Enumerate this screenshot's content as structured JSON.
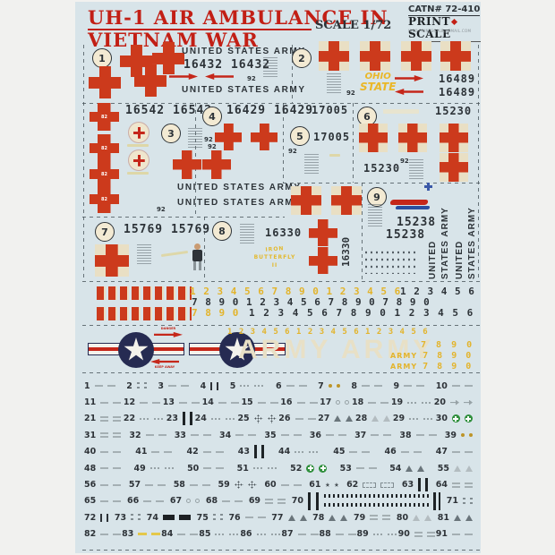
{
  "header": {
    "title1": "UH-1 AIR AMBULANCE IN",
    "title2": "VIETNAM WAR",
    "scale": "SCALE 1/72",
    "catalog": "CATN# 72-410",
    "brand1": "PRINT",
    "brand2": "SCALE",
    "email": "INFO.PRINTSCALE@GMAIL.COM"
  },
  "r1": {
    "num": "1",
    "army_top": "UNITED STATES ARMY",
    "serials": "16432  16432",
    "s92": "92",
    "army_bottom": "UNITED STATES ARMY"
  },
  "r2": {
    "num": "2",
    "s92": "92",
    "ohio1": "OHIO",
    "ohio2": "STATE",
    "serial_a": "16489",
    "serial_b": "16489"
  },
  "r3": {
    "num": "3",
    "serials": "16542  16542",
    "s92": "92",
    "cross_code": "82"
  },
  "r4": {
    "num": "4",
    "serials": "16429  16429",
    "s92": "92",
    "army1": "UNITED STATES ARMY",
    "army2": "UNITED STATES ARMY",
    "s92b": "92"
  },
  "r5": {
    "num": "5",
    "serial_a": "17005",
    "serial_b": "17005",
    "s92": "92"
  },
  "r6": {
    "num": "6",
    "serial_a": "15230",
    "serial_b": "15230",
    "s92": "92"
  },
  "r7": {
    "num": "7",
    "serials": "15769  15769"
  },
  "r8": {
    "num": "8",
    "serial_h": "16330",
    "serial_v": "16330",
    "art1": "IRON",
    "art2": "BUTTERFLY",
    "art3": "II"
  },
  "r9": {
    "num": "9",
    "serial_a": "15238",
    "serial_b": "15238",
    "vt1": "UNITED",
    "vt2": "STATES ARMY",
    "vt3": "UNITED",
    "vt4": "STATES ARMY"
  },
  "strips": {
    "row1_yellow": "1 2 3 4 5 6 7 8 9 0 1 2 3 4 5 6",
    "row1_black": "1 2 3 4 5 6",
    "row2_black": "7 8 9 0    1 2 3 4 5 6    7 8 9 0    7 8 9 0",
    "row3_yellow": "7 8 9 0",
    "row3_black": "1 2 3 4 5 6 7 8 9 0 1 2 3 4 5 6"
  },
  "band": {
    "digits_yellow": "1 2 3 4 5 6   1 2 3 4 5 6   1 2 3 4 5 6",
    "big_text": "ARMY ARMY",
    "col_digits": "7 8 9 0",
    "army1": "ARMY",
    "army1_digits": "7 8 9 0",
    "army2": "ARMY",
    "army2_digits": "7 8 9 0",
    "danger_line1": "DANGER",
    "danger_line2": "KEEP AWAY"
  },
  "parts": [
    [
      [
        "1",
        "dash"
      ],
      [
        "2",
        "colon"
      ],
      [
        "3",
        "dash"
      ],
      [
        "4",
        "vbar"
      ],
      [
        "5",
        "dots"
      ],
      [
        "6",
        "dash"
      ],
      [
        "7",
        "gold"
      ],
      [
        "8",
        "dash"
      ],
      [
        "9",
        "dash"
      ],
      [
        "10",
        "dash"
      ]
    ],
    [
      [
        "11",
        "dash"
      ],
      [
        "12",
        "dash"
      ],
      [
        "13",
        "dash"
      ],
      [
        "14",
        "dash"
      ],
      [
        "15",
        "dash"
      ],
      [
        "16",
        "dash"
      ],
      [
        "17",
        "o"
      ],
      [
        "18",
        "dash"
      ],
      [
        "19",
        "dots"
      ],
      [
        "20",
        "arr"
      ]
    ],
    [
      [
        "21",
        "eq"
      ],
      [
        "22",
        "dots"
      ],
      [
        "23",
        "tallbar"
      ],
      [
        "24",
        "dots"
      ],
      [
        "25",
        "crossdots"
      ],
      [
        "26",
        "dash"
      ],
      [
        "27",
        "tri"
      ],
      [
        "28",
        "trio"
      ],
      [
        "29",
        "dots"
      ],
      [
        "30",
        "green"
      ]
    ],
    [
      [
        "31",
        "eq"
      ],
      [
        "32",
        "dash"
      ],
      [
        "33",
        "dash"
      ],
      [
        "34",
        "dash"
      ],
      [
        "35",
        "dash"
      ],
      [
        "36",
        "dash"
      ],
      [
        "37",
        "dash"
      ],
      [
        "38",
        "dash"
      ],
      [
        "39",
        "gold"
      ]
    ],
    [
      [
        "40",
        "dash"
      ],
      [
        "41",
        "dash"
      ],
      [
        "42",
        "dash"
      ],
      [
        "43",
        "tallbar"
      ],
      [
        "44",
        "dots"
      ],
      [
        "45",
        "dash"
      ],
      [
        "46",
        "dash"
      ],
      [
        "47",
        "dash"
      ]
    ],
    [
      [
        "48",
        "dash"
      ],
      [
        "49",
        "dots"
      ],
      [
        "50",
        "dash"
      ],
      [
        "51",
        "dots"
      ],
      [
        "52",
        "green"
      ],
      [
        "53",
        "dash"
      ],
      [
        "54",
        "tri"
      ],
      [
        "55",
        "trio"
      ]
    ],
    [
      [
        "56",
        "dash"
      ],
      [
        "57",
        "dash"
      ],
      [
        "58",
        "dash"
      ],
      [
        "59",
        "crossdots"
      ],
      [
        "60",
        "dash"
      ],
      [
        "61",
        "star"
      ],
      [
        "62",
        "dashbox"
      ],
      [
        "63",
        "tallbar"
      ],
      [
        "64",
        "eq"
      ]
    ],
    [
      [
        "65",
        "dash"
      ],
      [
        "66",
        "dash"
      ],
      [
        "67",
        "o"
      ],
      [
        "68",
        "dash"
      ],
      [
        "69",
        "eq"
      ],
      [
        "70",
        "bars70"
      ],
      [
        "71",
        "colon"
      ]
    ],
    [
      [
        "72",
        "vbar"
      ],
      [
        "73",
        "colon"
      ],
      [
        "74",
        "blackrect"
      ],
      [
        "75",
        "colon"
      ],
      [
        "76",
        "dash"
      ],
      [
        "77",
        "tri"
      ],
      [
        "78",
        "tri"
      ],
      [
        "79",
        "eq"
      ],
      [
        "80",
        "trio"
      ],
      [
        "81",
        "tri"
      ]
    ],
    [
      [
        "82",
        "dash"
      ],
      [
        "83",
        "goldash"
      ],
      [
        "84",
        "dash"
      ],
      [
        "85",
        "dots"
      ],
      [
        "86",
        "dots"
      ],
      [
        "87",
        "dash"
      ],
      [
        "88",
        "dash"
      ],
      [
        "89",
        "dots"
      ],
      [
        "90",
        "eq"
      ],
      [
        "91",
        "dash"
      ]
    ]
  ]
}
